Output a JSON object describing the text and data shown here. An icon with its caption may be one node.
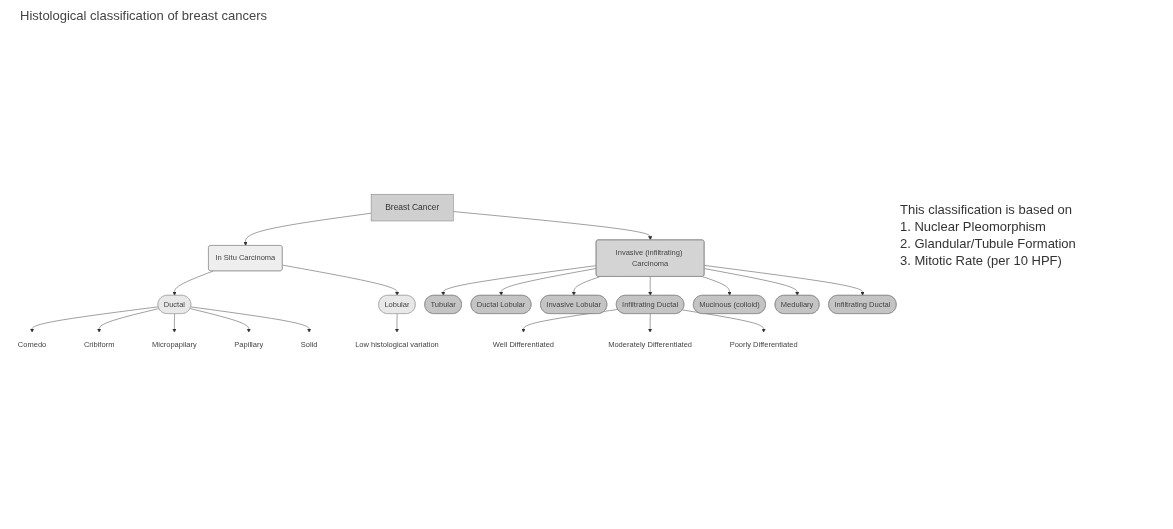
{
  "diagram": {
    "title": "Histological classification of breast cancers",
    "nodes": [
      {
        "text": [
          "Breast Cancer"
        ]
      },
      {
        "text": [
          "In Situ Carcinoma"
        ]
      },
      {
        "text": [
          "Invasive (infiltrating) Carcinoma"
        ]
      },
      {
        "text": [
          "Ductal"
        ]
      },
      {
        "text": [
          "Lobular"
        ]
      },
      {
        "text": [
          "Comedo"
        ]
      },
      {
        "text": [
          "Cribiform"
        ]
      },
      {
        "text": [
          "Micropapilary"
        ]
      },
      {
        "text": [
          "Papillary"
        ]
      },
      {
        "text": [
          "Solid"
        ]
      },
      {
        "text": [
          "Low histological variation"
        ]
      },
      {
        "text": [
          "Tubular"
        ]
      },
      {
        "text": [
          "Ductal Lobular"
        ]
      },
      {
        "text": [
          "Invasive Lobular"
        ]
      },
      {
        "text": [
          "Infiltrating Ductal"
        ]
      },
      {
        "text": [
          "Mucinous (colloid)"
        ]
      },
      {
        "text": [
          "Medullary"
        ]
      },
      {
        "text": [
          "Infiltrating Ductal"
        ]
      },
      {
        "text": [
          "Well Differentiated"
        ]
      },
      {
        "text": [
          "Moderately Differentiated"
        ]
      },
      {
        "text": [
          "Poorly Differentiated"
        ]
      }
    ],
    "edges": [
      {
        "from": 0,
        "to": 1,
        "arrow": "to"
      },
      {
        "from": 0,
        "to": 2,
        "arrow": "to"
      },
      {
        "from": 1,
        "to": 3,
        "arrow": "to"
      },
      {
        "from": 1,
        "to": 4,
        "arrow": "to"
      },
      {
        "from": 3,
        "to": 5,
        "arrow": "to"
      },
      {
        "from": 3,
        "to": 6,
        "arrow": "to"
      },
      {
        "from": 3,
        "to": 7,
        "arrow": "to"
      },
      {
        "from": 3,
        "to": 8,
        "arrow": "to"
      },
      {
        "from": 3,
        "to": 9,
        "arrow": "to"
      },
      {
        "from": 4,
        "to": 10,
        "arrow": "to"
      },
      {
        "from": 2,
        "to": 11,
        "arrow": "to"
      },
      {
        "from": 2,
        "to": 12,
        "arrow": "to"
      },
      {
        "from": 2,
        "to": 13,
        "arrow": "to"
      },
      {
        "from": 2,
        "to": 14,
        "arrow": "to"
      },
      {
        "from": 2,
        "to": 15,
        "arrow": "to"
      },
      {
        "from": 2,
        "to": 16,
        "arrow": "to"
      },
      {
        "from": 2,
        "to": 17,
        "arrow": "to"
      },
      {
        "from": 14,
        "to": 18,
        "arrow": "to"
      },
      {
        "from": 14,
        "to": 19,
        "arrow": "to"
      },
      {
        "from": 14,
        "to": 20,
        "arrow": "to"
      }
    ],
    "labels": [
      "This classification is based on",
      "1. Nuclear Pleomorphism",
      "2. Glandular/Tubule Formation",
      "3. Mitotic Rate (per 10 HPF)"
    ]
  }
}
